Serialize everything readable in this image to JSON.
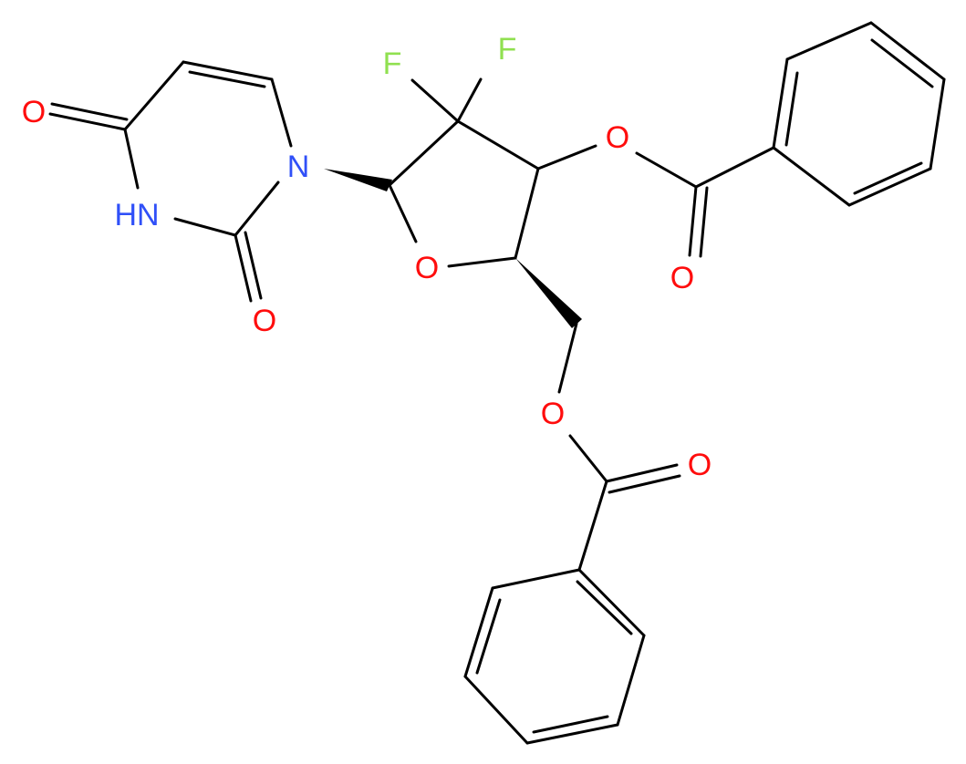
{
  "colors": {
    "bond": "#000000",
    "oxygen": "#ff0d0d",
    "nitrogen": "#3050f8",
    "fluorine": "#90e050"
  },
  "atoms": {
    "o_c4": "O",
    "nh": "HN",
    "o_c2": "O",
    "n1": "N",
    "f_a": "F",
    "f_b": "F",
    "o_ring": "O",
    "o_ester3": "O",
    "o_carbonyl3": "O",
    "o_ester5": "O",
    "o_carbonyl5": "O"
  }
}
